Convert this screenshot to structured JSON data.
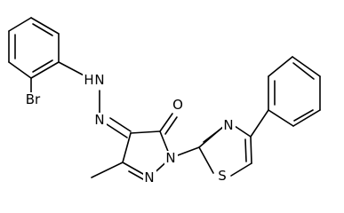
{
  "molecule": {
    "atom_labels": {
      "br": "Br",
      "nh": "H",
      "n_nh": "N",
      "n_hydrazone": "N",
      "o": "O",
      "n_pyrazole_1": "N",
      "n_pyrazole_2": "N",
      "n_thiazole": "N",
      "s_thiazole": "S"
    }
  },
  "colors": {
    "bond": "#000000",
    "label": "#000000",
    "background": "#ffffff"
  }
}
